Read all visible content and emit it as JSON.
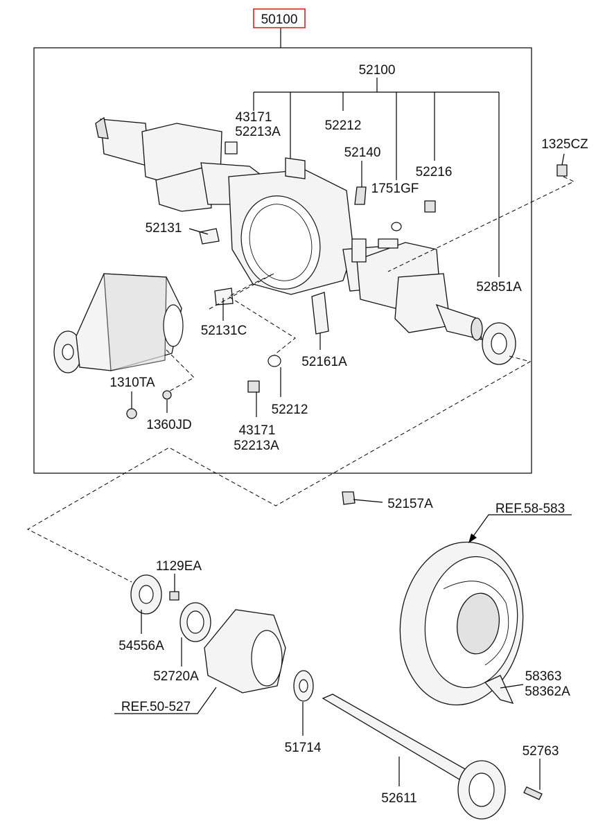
{
  "assembly": {
    "main_part": "50100",
    "highlight_color": "#e02020"
  },
  "labels": {
    "p52100": "52100",
    "p43171_top": "43171",
    "p52213A_top": "52213A",
    "p52212_top": "52212",
    "p52140": "52140",
    "p1751GF": "1751GF",
    "p52216": "52216",
    "p1325CZ": "1325CZ",
    "p52131": "52131",
    "p52851A": "52851A",
    "p52131C": "52131C",
    "p52161A": "52161A",
    "p1310TA": "1310TA",
    "p1360JD": "1360JD",
    "p52212_bot": "52212",
    "p43171_bot": "43171",
    "p52213A_bot": "52213A",
    "p52157A": "52157A",
    "ref58583": "REF.58-583",
    "p1129EA": "1129EA",
    "p54556A": "54556A",
    "p52720A": "52720A",
    "ref50527": "REF.50-527",
    "p58363": "58363",
    "p58362A": "58362A",
    "p51714": "51714",
    "p52763": "52763",
    "p52611": "52611"
  }
}
